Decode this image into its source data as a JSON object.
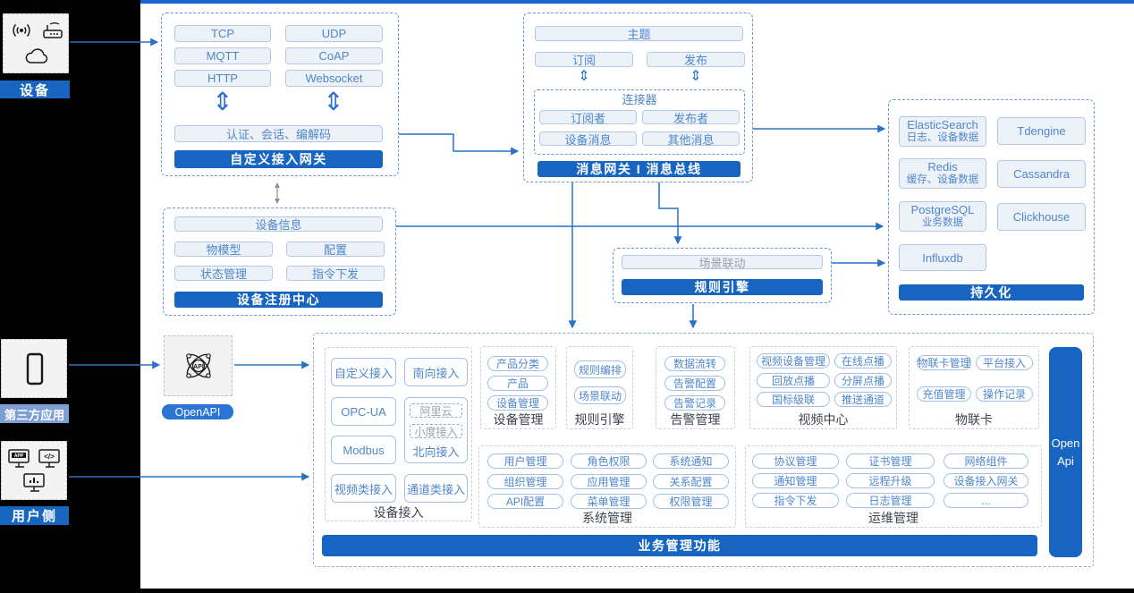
{
  "colors": {
    "background": "#000000",
    "primary_blue": "#1765c1",
    "accent_blue": "#2a74d4",
    "arrow_blue": "#2a70c8",
    "light_fill": "#edf2f9",
    "light_border": "#b3c8e8",
    "text_blue": "#4e87cb",
    "rail_label_light": "#7d9fd6"
  },
  "left_rail": {
    "device": {
      "label": "设备",
      "icons": [
        "wireless-signal-icon",
        "router-icon",
        "cloud-icon"
      ]
    },
    "third_party": {
      "label": "第三方应用",
      "icons": [
        "phone-icon"
      ]
    },
    "user_side": {
      "label": "用户侧",
      "icons": [
        "app-monitor-icon",
        "code-monitor-icon",
        "chart-monitor-icon"
      ]
    }
  },
  "gateway_box": {
    "protocols": [
      "TCP",
      "UDP",
      "MQTT",
      "CoAP",
      "HTTP",
      "Websocket"
    ],
    "auth_bar": "认证、会话、编解码",
    "title": "自定义接入网关"
  },
  "message_box": {
    "topic": "主题",
    "subscribe": "订阅",
    "publish": "发布",
    "connector": {
      "title": "连接器",
      "items": [
        "订阅者",
        "发布者",
        "设备消息",
        "其他消息"
      ]
    },
    "title": "消息网关 I 消息总线"
  },
  "persistence_box": {
    "stores": [
      {
        "name": "ElasticSearch",
        "desc": "日志、设备数据"
      },
      {
        "name": "Tdengine",
        "desc": ""
      },
      {
        "name": "Redis",
        "desc": "缓存、设备数据"
      },
      {
        "name": "Cassandra",
        "desc": ""
      },
      {
        "name": "PostgreSQL",
        "desc": "业务数据"
      },
      {
        "name": "Clickhouse",
        "desc": ""
      },
      {
        "name": "Influxdb",
        "desc": ""
      }
    ],
    "title": "持久化"
  },
  "registry_box": {
    "items": [
      "设备信息",
      "物模型",
      "配置",
      "状态管理",
      "指令下发"
    ],
    "title": "设备注册中心"
  },
  "rule_box": {
    "item": "场景联动",
    "title": "规则引擎"
  },
  "openapi": {
    "label": "OpenAPI",
    "icon": "api-atom-icon"
  },
  "bottom_box": {
    "device_access": {
      "label": "设备接入",
      "buttons": [
        "自定义接入",
        "南向接入",
        "OPC-UA",
        "Modbus",
        "视频类接入",
        "通道类接入"
      ],
      "north": {
        "label": "北向接入",
        "nested": [
          "阿里云",
          "小度接入"
        ]
      }
    },
    "device_mgmt": {
      "label": "设备管理",
      "buttons": [
        "产品分类",
        "产品",
        "设备管理"
      ]
    },
    "rule_engine": {
      "label": "规则引擎",
      "buttons": [
        "规则编排",
        "场景联动"
      ]
    },
    "alarm": {
      "label": "告警管理",
      "buttons": [
        "数据流转",
        "告警配置",
        "告警记录"
      ]
    },
    "video": {
      "label": "视频中心",
      "buttons": [
        "视频设备管理",
        "在线点播",
        "回放点播",
        "分屏点播",
        "国标级联",
        "推送通道"
      ]
    },
    "iot_card": {
      "label": "物联卡",
      "buttons": [
        "物联卡管理",
        "平台接入",
        "充值管理",
        "操作记录"
      ]
    },
    "system": {
      "label": "系统管理",
      "buttons": [
        "用户管理",
        "角色权限",
        "系统通知",
        "组织管理",
        "应用管理",
        "关系配置",
        "API配置",
        "菜单管理",
        "权限管理"
      ]
    },
    "ops": {
      "label": "运维管理",
      "buttons": [
        "协议管理",
        "证书管理",
        "网络组件",
        "通知管理",
        "远程升级",
        "设备接入网关",
        "指令下发",
        "日志管理",
        "..."
      ]
    },
    "open_api_bar": "Open Api",
    "footer": "业务管理功能"
  }
}
